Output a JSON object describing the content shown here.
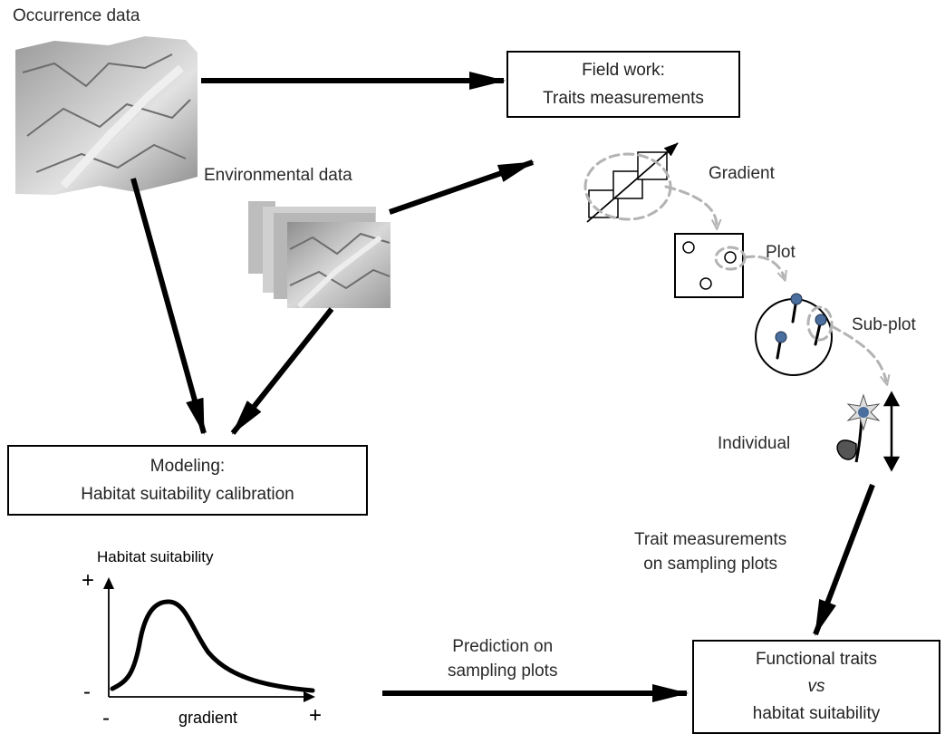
{
  "labels": {
    "occurrence": "Occurrence data",
    "environmental": "Environmental data",
    "gradient": "Gradient",
    "plot": "Plot",
    "subplot": "Sub-plot",
    "individual": "Individual",
    "trait_meas_line1": "Trait measurements",
    "trait_meas_line2": "on sampling plots",
    "prediction_line1": "Prediction  on",
    "prediction_line2": "sampling plots"
  },
  "boxes": {
    "fieldwork": {
      "line1": "Field work:",
      "line2": "Traits measurements"
    },
    "modeling": {
      "line1": "Modeling:",
      "line2": "Habitat suitability  calibration"
    },
    "functional": {
      "line1": "Functional traits",
      "line2": "vs",
      "line3": "habitat suitability"
    }
  },
  "chart": {
    "ylabel": "Habitat suitability",
    "xlabel": "gradient",
    "y_plus": "+",
    "y_minus": "-",
    "x_minus": "-",
    "x_plus": "+"
  },
  "colors": {
    "arrow": "#000000",
    "dashed": "#b3b3b3",
    "flower": "#4a6f9e"
  }
}
